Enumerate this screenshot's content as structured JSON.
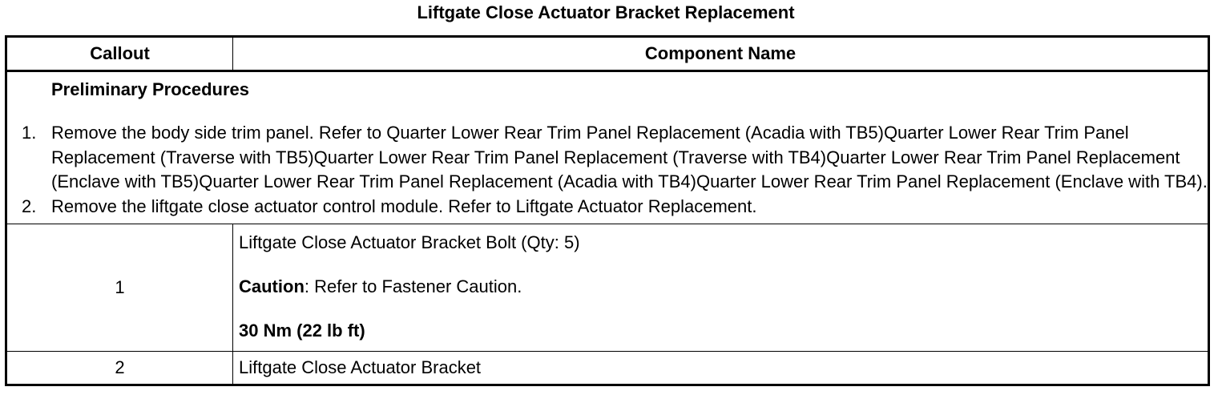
{
  "title": "Liftgate Close Actuator Bracket Replacement",
  "table": {
    "headers": {
      "callout": "Callout",
      "component": "Component Name"
    },
    "preliminary": {
      "heading": "Preliminary Procedures",
      "steps": [
        {
          "number": "1.",
          "text": "Remove the body side trim panel. Refer to Quarter Lower Rear Trim Panel Replacement (Acadia with TB5)Quarter Lower Rear Trim Panel Replacement (Traverse with TB5)Quarter Lower Rear Trim Panel Replacement (Traverse with TB4)Quarter Lower Rear Trim Panel Replacement (Enclave with TB5)Quarter Lower Rear Trim Panel Replacement (Acadia with TB4)Quarter Lower Rear Trim Panel Replacement (Enclave with TB4)."
        },
        {
          "number": "2.",
          "text": "Remove the liftgate close actuator control module. Refer to Liftgate Actuator Replacement."
        }
      ]
    },
    "rows": [
      {
        "callout": "1",
        "name": "Liftgate Close Actuator Bracket Bolt (Qty: 5)",
        "caution_label": "Caution",
        "caution_text": ": Refer to Fastener Caution.",
        "torque": "30 Nm (22 lb ft)"
      },
      {
        "callout": "2",
        "name": "Liftgate Close Actuator Bracket"
      }
    ]
  }
}
